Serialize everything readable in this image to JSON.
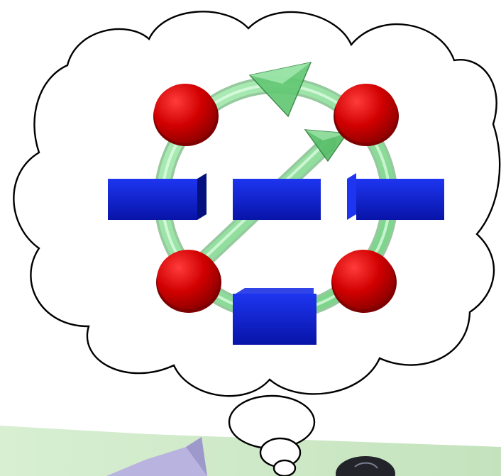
{
  "scene": {
    "subject": "thought-bubble-graph-illustration",
    "colors": {
      "background": "#ffffff",
      "cloud_fill": "#ffffff",
      "cloud_outline": "#000000",
      "node_red": "#d10000",
      "node_red_dark": "#8e0000",
      "edge_green": "#8ee89a",
      "edge_green_dark": "#3f9d4f",
      "block_blue": "#0b1fd3",
      "block_blue_dark": "#04107d",
      "ground_green": "#cfe9c8",
      "ground_lavender": "#b9b4df",
      "ground_dark": "#23242a"
    },
    "icons": [
      "thought-cloud",
      "graph-node",
      "graph-edge",
      "direction-arrow",
      "blue-block"
    ]
  }
}
